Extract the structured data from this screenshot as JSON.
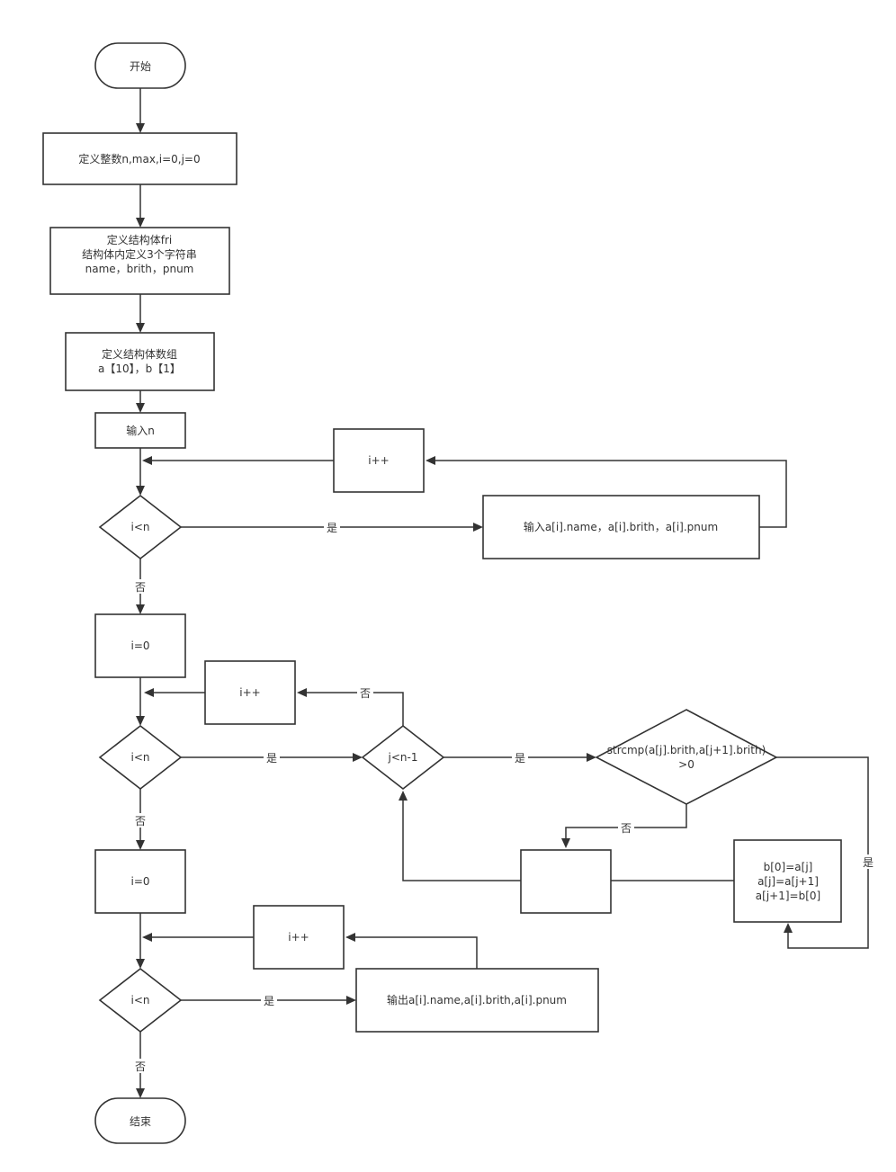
{
  "nodes": {
    "start": "开始",
    "define_ints": "定义整数n,max,i=0,j=0",
    "define_struct": [
      "定义结构体fri",
      "结构体内定义3个字符串",
      "name，brith，pnum"
    ],
    "define_array": [
      "定义结构体数组",
      "a【10】，b【1】"
    ],
    "input_n": "输入n",
    "loop1_cond": "i<n",
    "loop1_body": "输入a[i].name，a[i].brith，a[i].pnum",
    "loop1_inc": "i++",
    "init_i_1": "i=0",
    "loop2_cond": "i<n",
    "loop2_inc": "i++",
    "inner_cond": "j<n-1",
    "compare_cond": [
      "strcmp(a[j].brith,a[j+1].brith)",
      ">0"
    ],
    "swap": [
      "b[0]=a[j]",
      "a[j]=a[j+1]",
      "a[j+1]=b[0]"
    ],
    "blank_box": "",
    "init_i_2": "i=0",
    "loop3_cond": "i<n",
    "loop3_body": "输出a[i].name,a[i].brith,a[i].pnum",
    "loop3_inc": "i++",
    "end": "结束"
  },
  "edge_labels": {
    "yes": "是",
    "no": "否"
  }
}
